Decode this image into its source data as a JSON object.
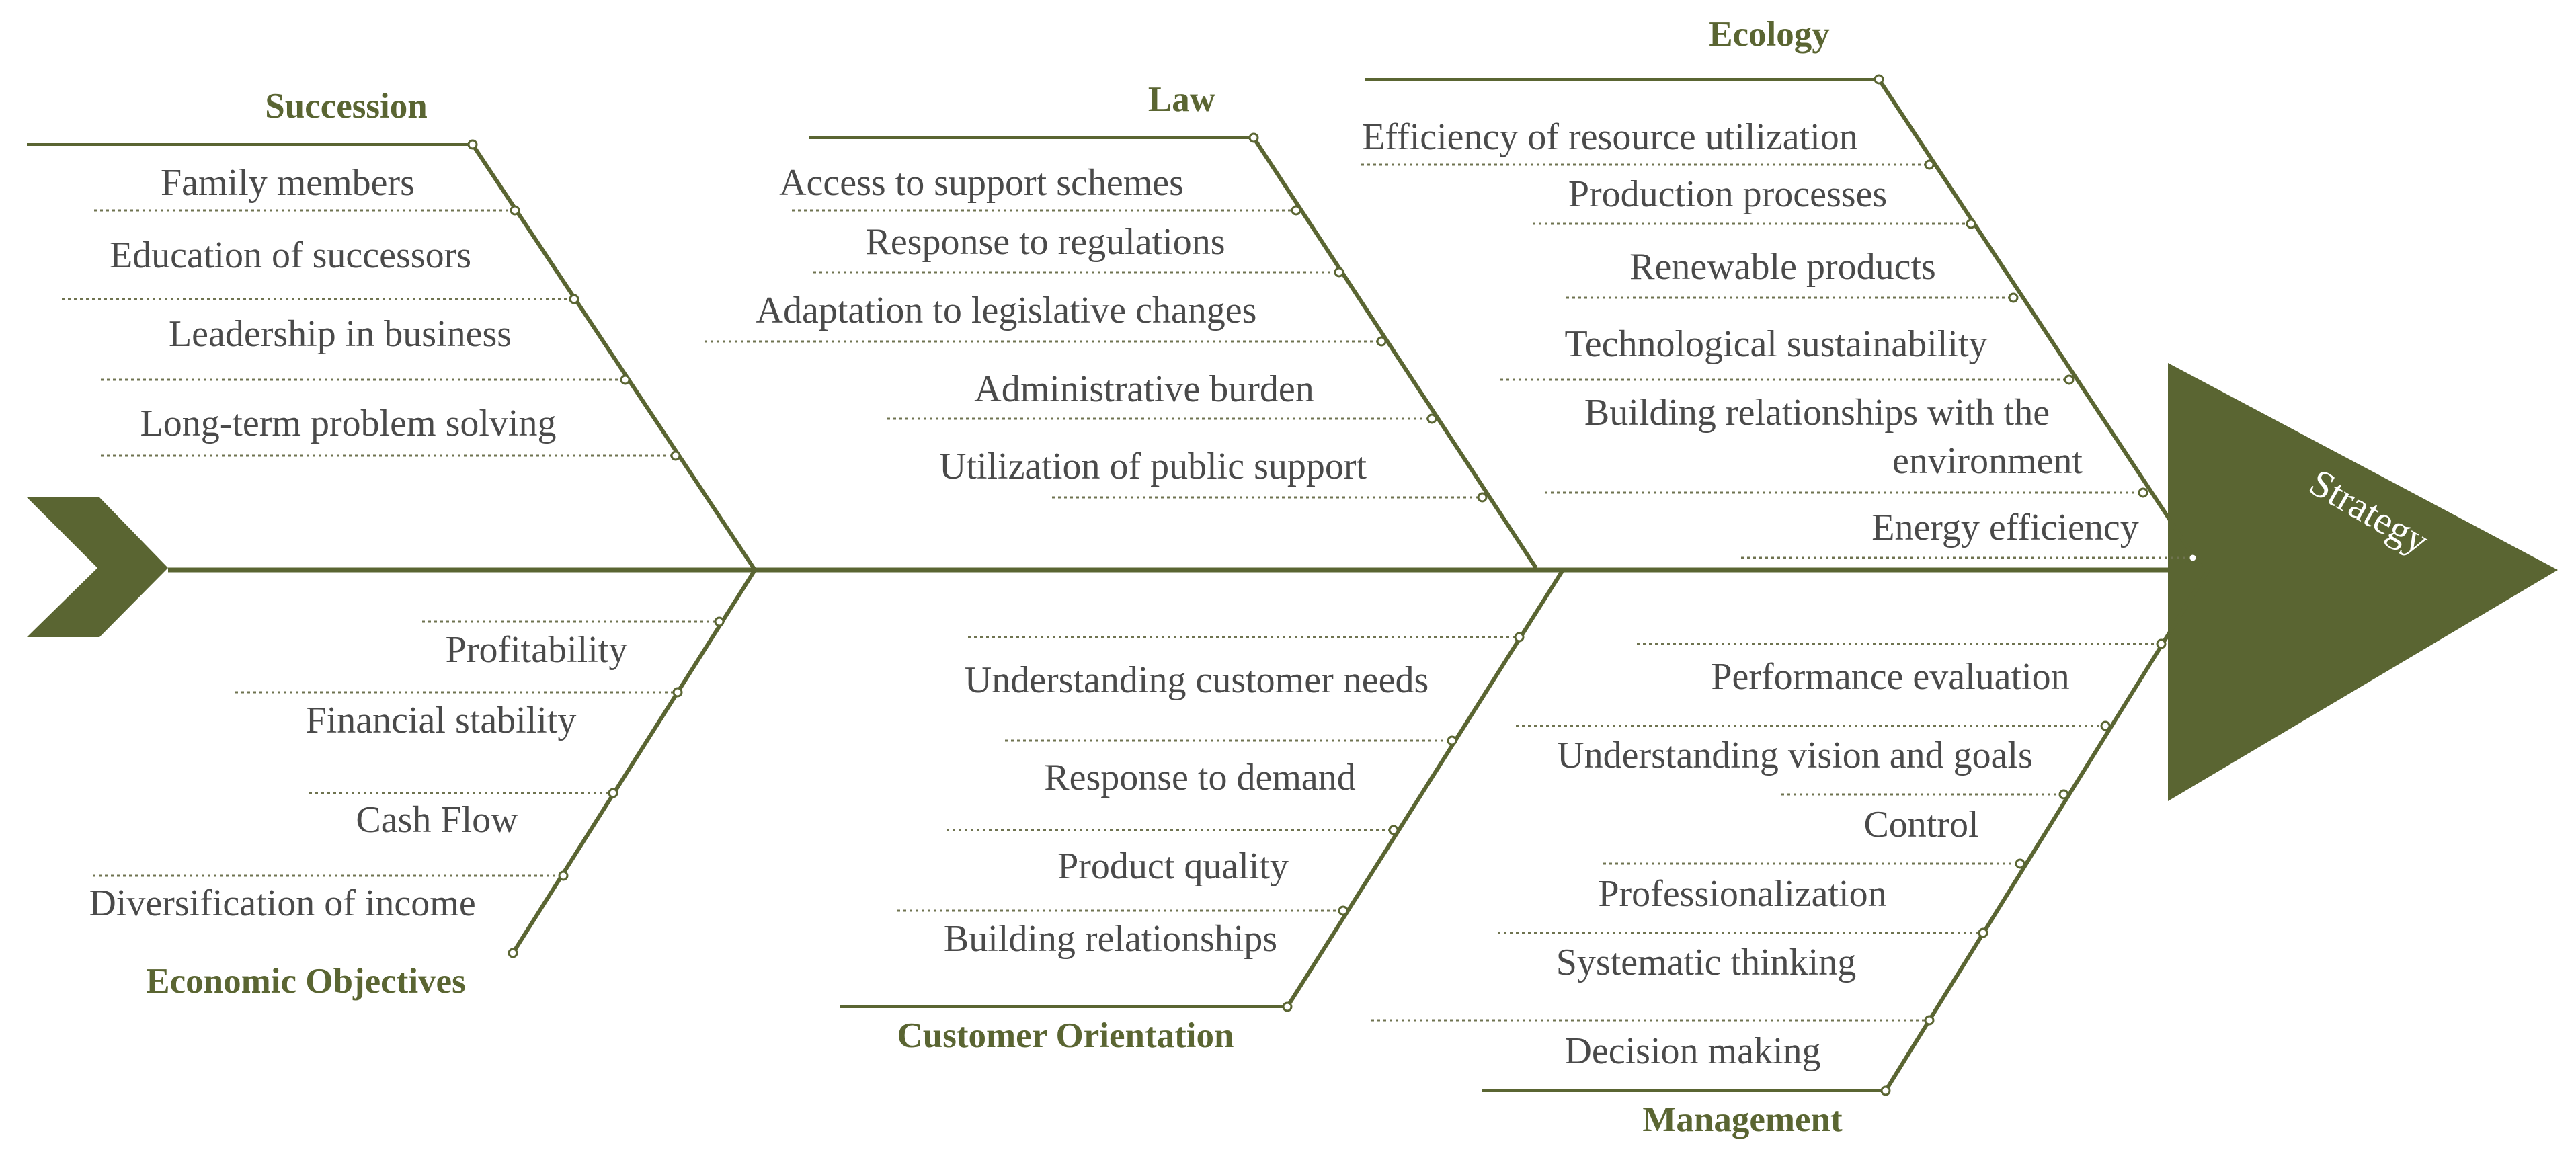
{
  "colors": {
    "primary": "#5a6532",
    "cause_text": "#4a4a4a",
    "head_text": "#ffffff",
    "background": "#ffffff"
  },
  "head": {
    "label": "Strategy"
  },
  "categories": [
    {
      "key": "succession",
      "title": "Succession",
      "causes": [
        "Family members",
        "Education of successors",
        "Leadership in business",
        "Long-term problem solving"
      ]
    },
    {
      "key": "law",
      "title": "Law",
      "causes": [
        "Access to support schemes",
        "Response to regulations",
        "Adaptation to legislative changes",
        "Administrative burden",
        "Utilization of public support"
      ]
    },
    {
      "key": "ecology",
      "title": "Ecology",
      "causes": [
        "Efficiency of resource utilization",
        "Production processes",
        "Renewable products",
        "Technological sustainability",
        "Building relationships with the",
        "environment",
        "Energy efficiency"
      ]
    },
    {
      "key": "economic-objectives",
      "title": "Economic Objectives",
      "causes": [
        "Profitability",
        "Financial stability",
        "Cash Flow",
        "Diversification of income"
      ]
    },
    {
      "key": "customer-orientation",
      "title": "Customer Orientation",
      "causes": [
        "Understanding customer needs",
        "Response to demand",
        "Product quality",
        "Building relationships"
      ]
    },
    {
      "key": "management",
      "title": "Management",
      "causes": [
        "Performance evaluation",
        "Understanding vision and goals",
        "Control",
        "Professionalization",
        "Systematic thinking",
        "Decision making"
      ]
    }
  ]
}
